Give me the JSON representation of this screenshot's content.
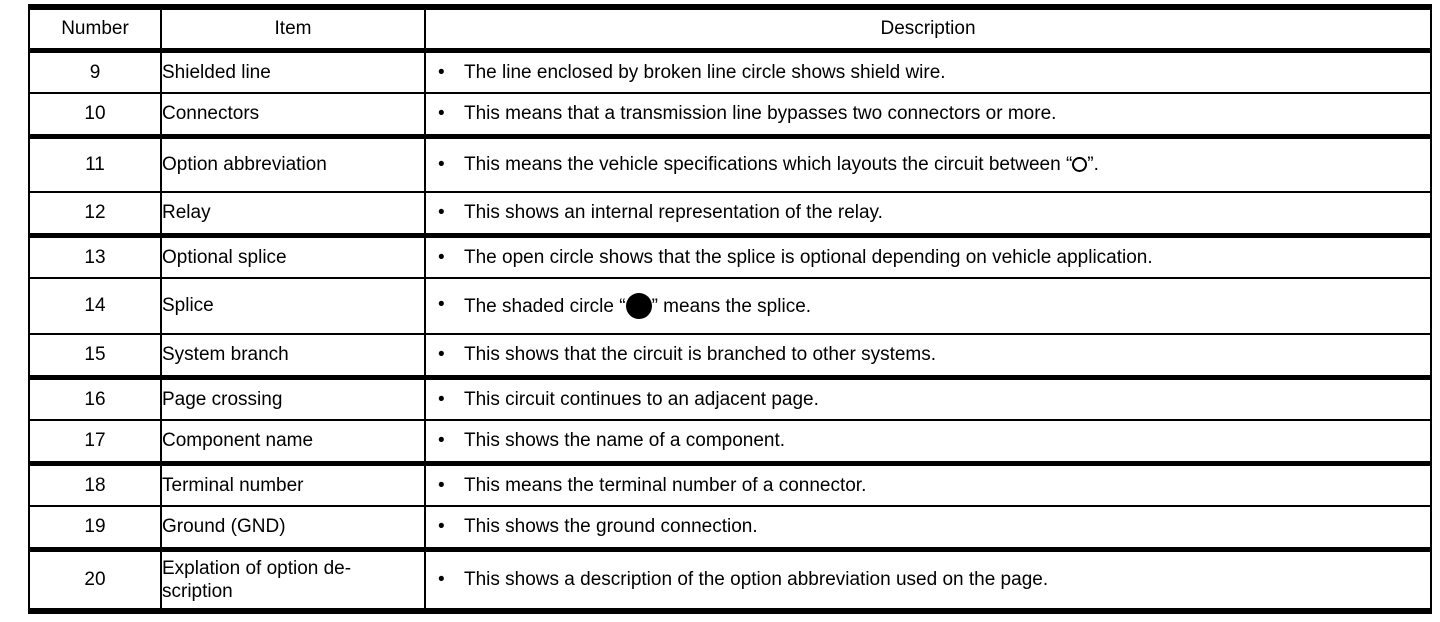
{
  "table": {
    "headers": {
      "number": "Number",
      "item": "Item",
      "description": "Description"
    },
    "rows": [
      {
        "number": "9",
        "item": "Shielded line",
        "bullet": "•",
        "desc_pre": "The line enclosed by broken line circle shows shield wire.",
        "glyph": "",
        "desc_post": ""
      },
      {
        "number": "10",
        "item": "Connectors",
        "bullet": "•",
        "desc_pre": "This means that a transmission line bypasses two connectors or more.",
        "glyph": "",
        "desc_post": ""
      },
      {
        "number": "11",
        "item": "Option abbreviation",
        "bullet": "•",
        "desc_pre": "This means the vehicle specifications which layouts the circuit between “",
        "glyph": "open-circle",
        "desc_post": "”."
      },
      {
        "number": "12",
        "item": "Relay",
        "bullet": "•",
        "desc_pre": "This shows an internal representation of the relay.",
        "glyph": "",
        "desc_post": ""
      },
      {
        "number": "13",
        "item": "Optional splice",
        "bullet": "•",
        "desc_pre": "The open circle shows that the splice is optional depending on vehicle application.",
        "glyph": "",
        "desc_post": ""
      },
      {
        "number": "14",
        "item": "Splice",
        "bullet": "•",
        "desc_pre": "The shaded circle “",
        "glyph": "filled-circle",
        "desc_post": "” means the splice."
      },
      {
        "number": "15",
        "item": "System branch",
        "bullet": "•",
        "desc_pre": "This shows that the circuit is branched to other systems.",
        "glyph": "",
        "desc_post": ""
      },
      {
        "number": "16",
        "item": "Page crossing",
        "bullet": "•",
        "desc_pre": "This circuit continues to an adjacent page.",
        "glyph": "",
        "desc_post": ""
      },
      {
        "number": "17",
        "item": "Component name",
        "bullet": "•",
        "desc_pre": "This shows the name of a component.",
        "glyph": "",
        "desc_post": ""
      },
      {
        "number": "18",
        "item": "Terminal number",
        "bullet": "•",
        "desc_pre": "This means the terminal number of a connector.",
        "glyph": "",
        "desc_post": ""
      },
      {
        "number": "19",
        "item": "Ground (GND)",
        "bullet": "•",
        "desc_pre": "This shows the ground connection.",
        "glyph": "",
        "desc_post": ""
      },
      {
        "number": "20",
        "item": "Explation of option de-\nscription",
        "item_line1": "Explation of option de-",
        "item_line2": "scription",
        "bullet": "•",
        "desc_pre": "This shows a description of the option abbreviation used on the page.",
        "glyph": "",
        "desc_post": ""
      }
    ]
  },
  "colors": {
    "text": "#000000",
    "rule": "#000000",
    "background": "#ffffff"
  }
}
